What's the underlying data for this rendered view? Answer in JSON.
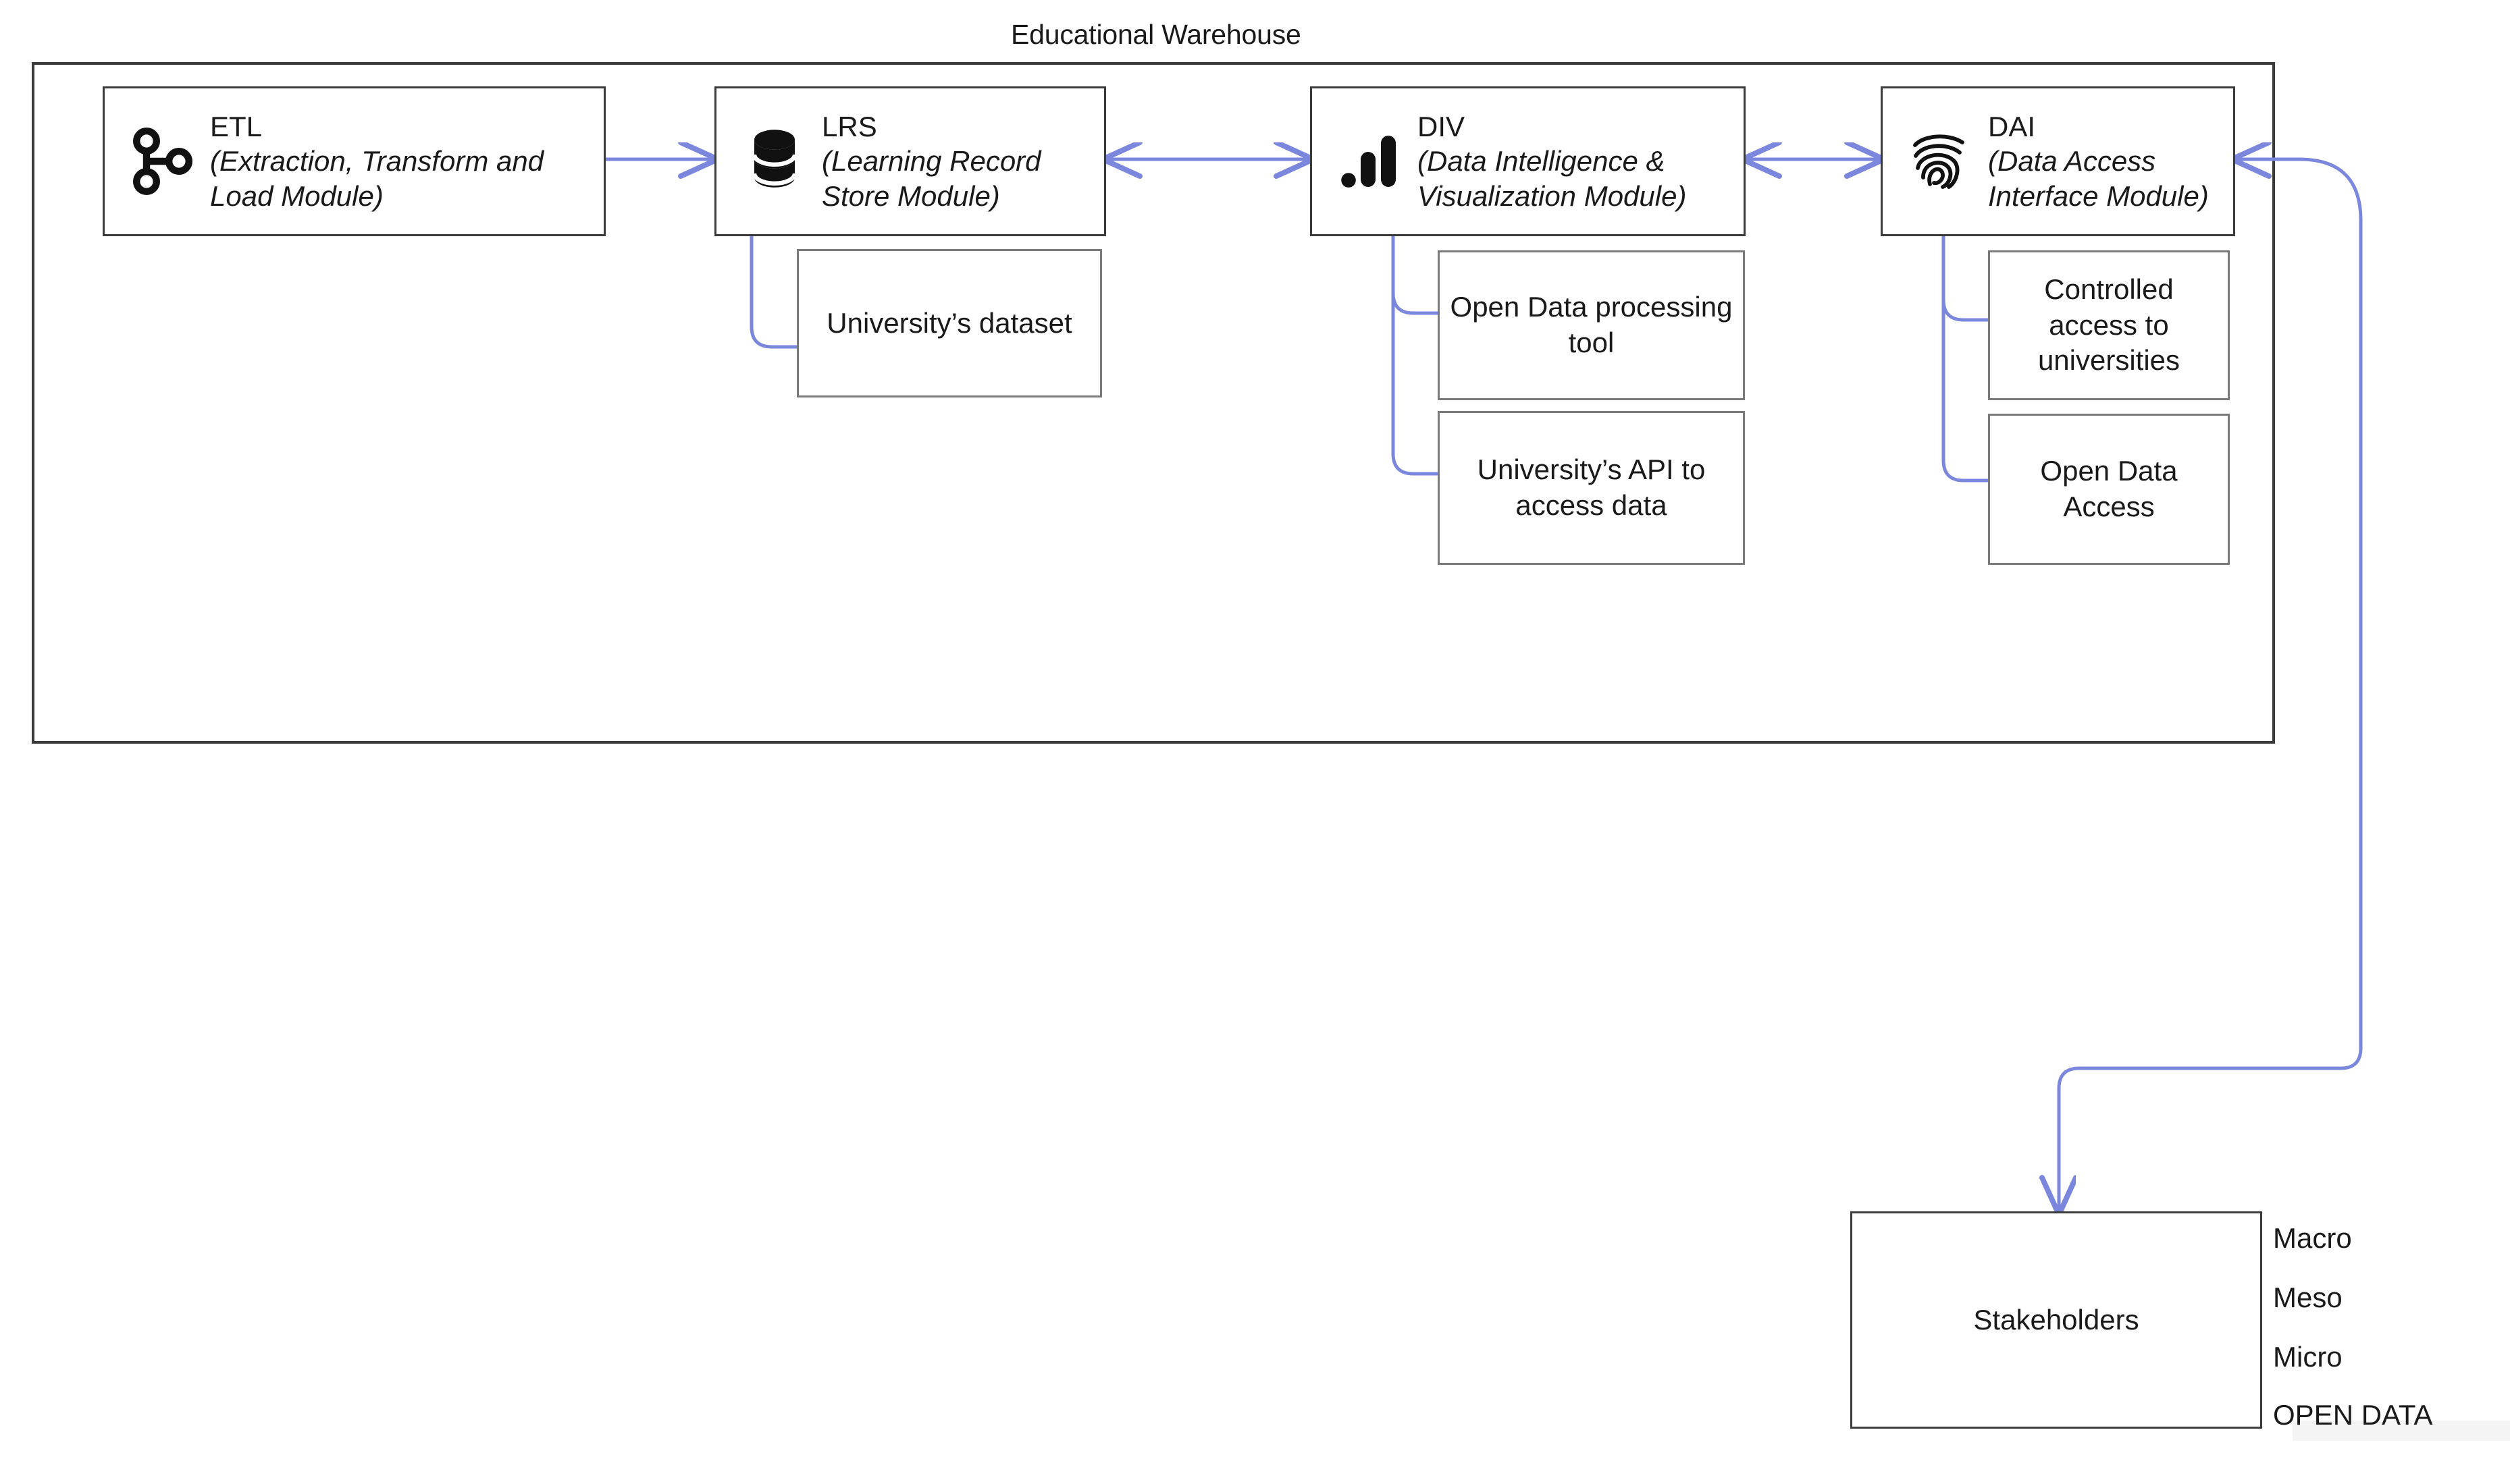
{
  "diagram": {
    "title": "Educational Warehouse",
    "accent_color": "#7b87dd",
    "box_border_color": "#7a7a7a",
    "outline_color": "#3b3b3b",
    "text_color": "#1a1a1a"
  },
  "modules": [
    {
      "id": "etl",
      "icon": "branch-merge-icon",
      "abbr": "ETL",
      "full": "(Extraction, Transform and Load Module)"
    },
    {
      "id": "lrs",
      "icon": "database-icon",
      "abbr": "LRS",
      "full": "(Learning Record Store Module)"
    },
    {
      "id": "div",
      "icon": "bar-chart-icon",
      "abbr": "DIV",
      "full": "(Data Intelligence & Visualization Module)"
    },
    {
      "id": "dai",
      "icon": "fingerprint-icon",
      "abbr": "DAI",
      "full": "(Data Access Interface Module)"
    }
  ],
  "leaves": {
    "lrs_dataset": "University’s dataset",
    "div_tool": "Open Data processing tool",
    "div_api": "University’s API to access data",
    "dai_controlled": "Controlled access to universities",
    "dai_open": "Open Data Access"
  },
  "stakeholders": {
    "label": "Stakeholders",
    "levels": [
      "Macro",
      "Meso",
      "Micro",
      "OPEN DATA"
    ]
  },
  "connections": [
    {
      "from": "ETL",
      "to": "LRS",
      "direction": "one-way"
    },
    {
      "from": "LRS",
      "to": "DIV",
      "direction": "two-way"
    },
    {
      "from": "DIV",
      "to": "DAI",
      "direction": "two-way"
    },
    {
      "from": "Stakeholders",
      "to": "DAI",
      "direction": "one-way"
    },
    {
      "from": "LRS",
      "to": "University’s dataset",
      "direction": "none"
    },
    {
      "from": "DIV",
      "to": "Open Data processing tool",
      "direction": "none"
    },
    {
      "from": "DIV",
      "to": "University’s API to access data",
      "direction": "none"
    },
    {
      "from": "DAI",
      "to": "Controlled access to universities",
      "direction": "none"
    },
    {
      "from": "DAI",
      "to": "Open Data Access",
      "direction": "none"
    }
  ]
}
